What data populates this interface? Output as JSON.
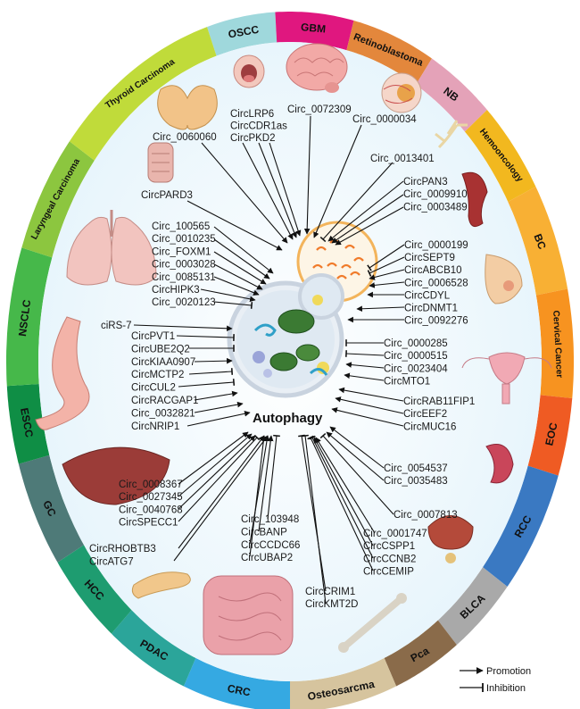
{
  "center_label": "Autophagy",
  "legend": {
    "promotion": "Promotion",
    "inhibition": "Inhibition"
  },
  "ring_segments": [
    {
      "name": "OSCC",
      "color": "#9fd8dc"
    },
    {
      "name": "GBM",
      "color": "#e0177f"
    },
    {
      "name": "Retinoblastoma",
      "color": "#e3873c"
    },
    {
      "name": "NB",
      "color": "#e4a2b8"
    },
    {
      "name": "Hemooncology",
      "color": "#f2b81f"
    },
    {
      "name": "BC",
      "color": "#f8b034"
    },
    {
      "name": "Cervical Cancer",
      "color": "#f79320"
    },
    {
      "name": "EOC",
      "color": "#ef5b23"
    },
    {
      "name": "RCC",
      "color": "#3a79c2"
    },
    {
      "name": "BLCA",
      "color": "#a9a9a9"
    },
    {
      "name": "Pca",
      "color": "#8a6b4a"
    },
    {
      "name": "Osteosarcma",
      "color": "#d6c49e"
    },
    {
      "name": "CRC",
      "color": "#35a9e2"
    },
    {
      "name": "PDAC",
      "color": "#2ba59a"
    },
    {
      "name": "HCC",
      "color": "#1e9c70"
    },
    {
      "name": "GC",
      "color": "#4e7a78"
    },
    {
      "name": "ESCC",
      "color": "#0f8e45"
    },
    {
      "name": "NSCLC",
      "color": "#46b84a"
    },
    {
      "name": "Laryngeal Carcinoma",
      "color": "#8cc63f"
    },
    {
      "name": "Thyroid Carcinoma",
      "color": "#c0db3a"
    }
  ],
  "circrna_groups": [
    {
      "id": "oscc",
      "labels": [
        "CircLRP6",
        "CircCDR1as",
        "CircPKD2"
      ]
    },
    {
      "id": "gbm",
      "labels": [
        "Circ_0072309"
      ]
    },
    {
      "id": "retinoblastoma",
      "labels": [
        "Circ_0000034"
      ]
    },
    {
      "id": "thyroid",
      "labels": [
        "Circ_0060060"
      ]
    },
    {
      "id": "nb",
      "labels": [
        "Circ_0013401"
      ]
    },
    {
      "id": "hemooncology",
      "labels": [
        "CircPAN3",
        "Circ_0009910",
        "Circ_0003489"
      ]
    },
    {
      "id": "laryngeal",
      "labels": [
        "CircPARD3"
      ]
    },
    {
      "id": "nsclc",
      "labels": [
        "Circ_100565",
        "Circ_0010235",
        "Circ_FOXM1",
        "Circ_0003028",
        "Circ_0085131",
        "CircHIPK3",
        "Circ_0020123"
      ]
    },
    {
      "id": "bc",
      "labels": [
        "Circ_0000199",
        "CircSEPT9",
        "CircABCB10",
        "Circ_0006528",
        "CircCDYL",
        "CircDNMT1",
        "Circ_0092276"
      ]
    },
    {
      "id": "escc",
      "labels": [
        "ciRS-7"
      ]
    },
    {
      "id": "gc",
      "labels": [
        "CircPVT1",
        "CircUBE2Q2",
        "CircKIAA0907",
        "CircMCTP2",
        "CircCUL2",
        "CircRACGAP1",
        "Circ_0032821",
        "CircNRIP1"
      ]
    },
    {
      "id": "cervical",
      "labels": [
        "Circ_0000285",
        "Circ_0000515",
        "Circ_0023404",
        "CircMTO1"
      ]
    },
    {
      "id": "eoc",
      "labels": [
        "CircRAB11FIP1",
        "CircEEF2",
        "CircMUC16"
      ]
    },
    {
      "id": "rcc",
      "labels": [
        "Circ_0054537",
        "Circ_0035483"
      ]
    },
    {
      "id": "hcc",
      "labels": [
        "Circ_0008367",
        "Circ_0027345",
        "Circ_0040768",
        "CircSPECC1"
      ]
    },
    {
      "id": "blca",
      "labels": [
        "Circ_0007813"
      ]
    },
    {
      "id": "pca",
      "labels": [
        "Circ_0001747",
        "CircCSPP1",
        "CircCCNB2",
        "CircCEMIP"
      ]
    },
    {
      "id": "pdac",
      "labels": [
        "CircRHOBTB3",
        "CircATG7"
      ]
    },
    {
      "id": "crc",
      "labels": [
        "Circ_103948",
        "CircBANP",
        "CircCCDC66",
        "CircUBAP2"
      ]
    },
    {
      "id": "osteosarcoma",
      "labels": [
        "CircCRIM1",
        "CircKMT2D"
      ]
    }
  ]
}
